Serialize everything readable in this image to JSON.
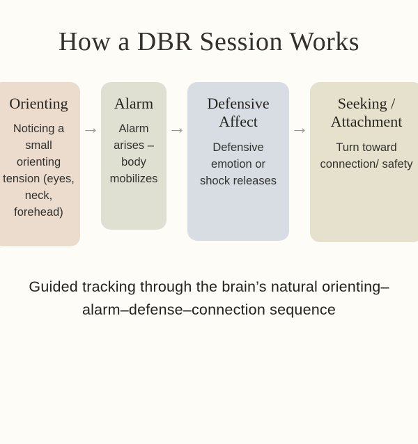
{
  "title": "How a DBR Session Works",
  "arrow_glyph": "→",
  "stages": [
    {
      "heading": "Orienting",
      "body": "Noticing a small orienting tension (eyes, neck, forehead)",
      "bg": "#ecdccd"
    },
    {
      "heading": "Alarm",
      "body": "Alarm arises – body mobilizes",
      "bg": "#dfe0d1"
    },
    {
      "heading": "Defensive Affect",
      "body": "Defensive emotion or shock releases",
      "bg": "#d7dde3"
    },
    {
      "heading": "Seeking / Attachment",
      "body": "Turn toward connection/ safety",
      "bg": "#e6e1cd"
    }
  ],
  "caption": "Guided tracking through the brain’s natural orienting–alarm–defense–connection sequence"
}
